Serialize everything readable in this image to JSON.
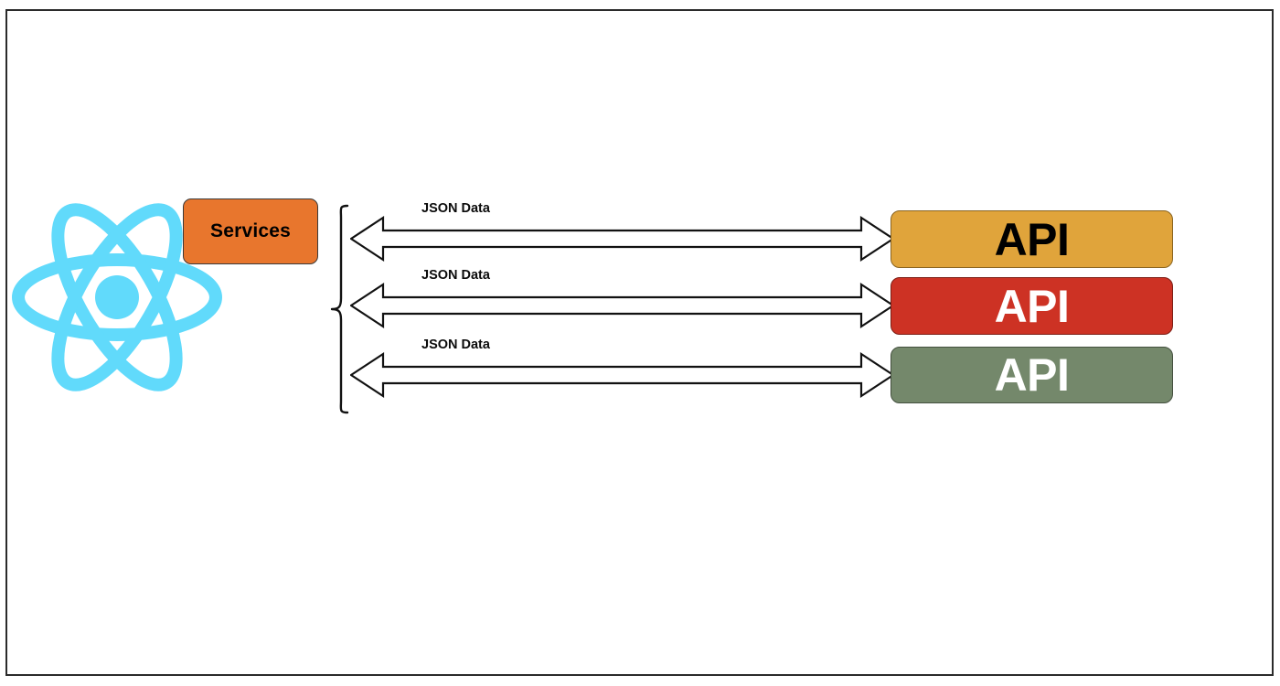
{
  "diagram": {
    "title": "React Services to API data flow",
    "background": "#ffffff",
    "frame_color": "#2b2b2b"
  },
  "client": {
    "logo_name": "react-logo",
    "logo_color": "#61dafb",
    "services": {
      "label": "Services",
      "fill": "#e8762d",
      "text_color": "#000000"
    }
  },
  "connectors": [
    {
      "label": "JSON Data",
      "style": "double-headed-block-arrow",
      "stroke": "#111111",
      "fill": "#ffffff"
    },
    {
      "label": "JSON Data",
      "style": "double-headed-block-arrow",
      "stroke": "#111111",
      "fill": "#ffffff"
    },
    {
      "label": "JSON Data",
      "style": "double-headed-block-arrow",
      "stroke": "#111111",
      "fill": "#ffffff"
    }
  ],
  "brace": {
    "name": "grouping-brace",
    "orientation": "left-pointing",
    "stroke": "#111111"
  },
  "endpoints": [
    {
      "label": "API",
      "fill": "#e0a43b",
      "text_color": "#000000",
      "border": "#8a6420"
    },
    {
      "label": "API",
      "fill": "#cd3224",
      "text_color": "#ffffff",
      "border": "#7d1f16"
    },
    {
      "label": "API",
      "fill": "#74886b",
      "text_color": "#ffffff",
      "border": "#44503f"
    }
  ]
}
